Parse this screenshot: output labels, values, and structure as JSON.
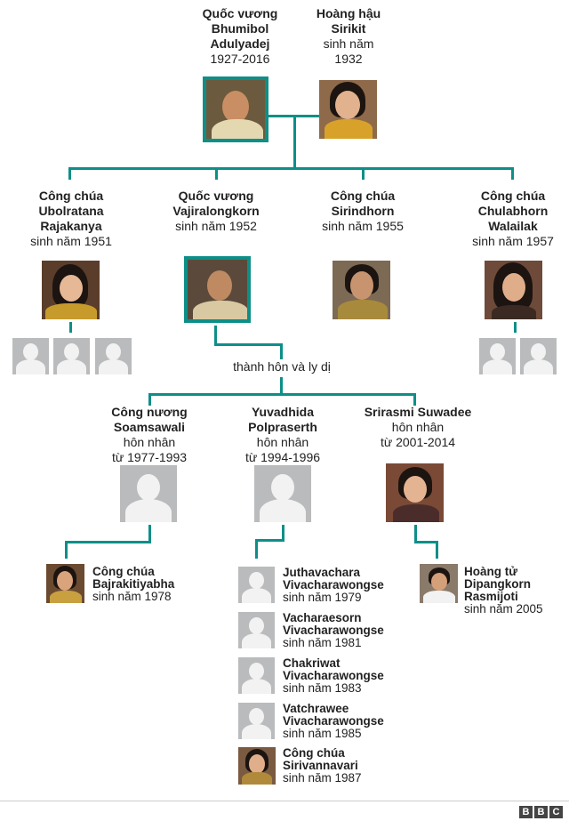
{
  "gen1": {
    "king": {
      "name": "Quốc vương Bhumibol Adulyadej",
      "name_l1": "Quốc vương",
      "name_l2": "Bhumibol",
      "name_l3": "Adulyadej",
      "years": "1927-2016"
    },
    "queen": {
      "name_l1": "Hoàng hậu",
      "name_l2": "Sirikit",
      "born_l1": "sinh năm",
      "born_l2": "1932"
    }
  },
  "gen2": [
    {
      "name_l1": "Công chúa",
      "name_l2": "Ubolratana",
      "name_l3": "Rajakanya",
      "born": "sinh năm 1951"
    },
    {
      "name_l1": "Quốc vương",
      "name_l2": "Vajiralongkorn",
      "born": "sinh năm 1952"
    },
    {
      "name_l1": "Công chúa",
      "name_l2": "Sirindhorn",
      "born": "sinh năm 1955"
    },
    {
      "name_l1": "Công chúa",
      "name_l2": "Chulabhorn",
      "name_l3": "Walailak",
      "born": "sinh năm 1957"
    }
  ],
  "marriage_label": "thành hôn và ly dị",
  "wives": [
    {
      "name_l1": "Công nương",
      "name_l2": "Soamsawali",
      "sub_l1": "hôn nhân",
      "sub_l2": "từ 1977-1993"
    },
    {
      "name_l1": "Yuvadhida",
      "name_l2": "Polpraserth",
      "sub_l1": "hôn nhân",
      "sub_l2": "từ 1994-1996"
    },
    {
      "name_l1": "Srirasmi Suwadee",
      "sub_l1": "hôn nhân",
      "sub_l2": "từ 2001-2014"
    }
  ],
  "children": {
    "c1": {
      "name_l1": "Công chúa",
      "name_l2": "Bajrakitiyabha",
      "born": "sinh năm 1978"
    },
    "c2": [
      {
        "name_l1": "Juthavachara",
        "name_l2": "Vivacharawongse",
        "born": "sinh năm 1979"
      },
      {
        "name_l1": "Vacharaesorn",
        "name_l2": "Vivacharawongse",
        "born": "sinh năm 1981"
      },
      {
        "name_l1": "Chakriwat",
        "name_l2": "Vivacharawongse",
        "born": "sinh năm 1983"
      },
      {
        "name_l1": "Vatchrawee",
        "name_l2": "Vivacharawongse",
        "born": "sinh năm 1985"
      },
      {
        "name_l1": "Công chúa",
        "name_l2": "Sirivannavari",
        "born": "sinh năm 1987"
      }
    ],
    "c3": {
      "name_l1": "Hoàng tử",
      "name_l2": "Dipangkorn",
      "name_l3": "Rasmijoti",
      "born": "sinh năm 2005"
    }
  },
  "footer": {
    "logo_letters": [
      "B",
      "B",
      "C"
    ]
  },
  "colors": {
    "accent": "#0d8f88",
    "placeholder": "#b9bbbc"
  }
}
